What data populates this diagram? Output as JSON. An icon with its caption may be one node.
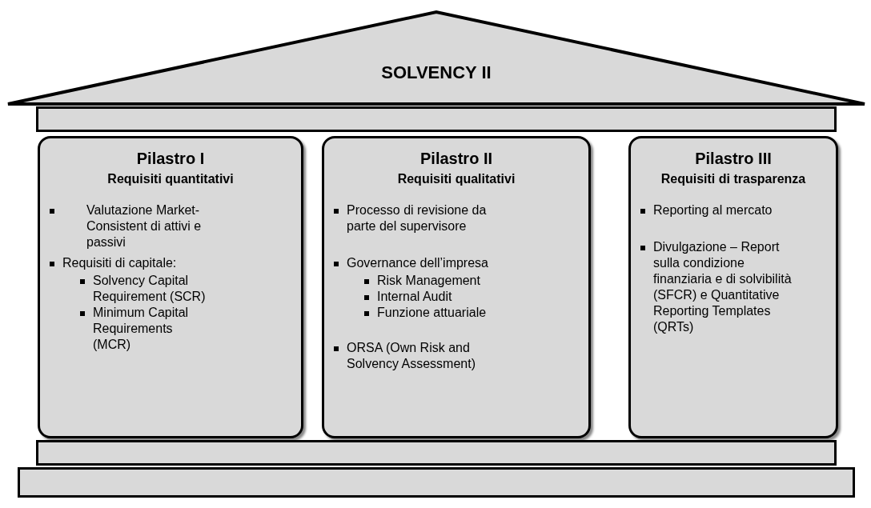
{
  "diagram": {
    "nodes": [
      {
        "text": [
          "SOLVENCY II"
        ]
      },
      {
        "text": [],
        "shape": "bar"
      },
      {
        "text": [
          "Pilastro I",
          "Requisiti quantitativi",
          "Valutazione Market-Consistent di attivi e passivi",
          "Requisiti di capitale:",
          "Solvency Capital Requirement (SCR)",
          "Minimum Capital Requirements (MCR)"
        ]
      },
      {
        "text": [
          "Pilastro II",
          "Requisiti qualitativi",
          "Processo di revisione da parte del supervisore",
          "Governance dell’impresa",
          "Risk Management",
          "Internal Audit",
          "Funzione attuariale",
          "ORSA (Own Risk and Solvency Assessment)"
        ]
      },
      {
        "text": [
          "Pilastro III",
          "Requisiti di trasparenza",
          "Reporting al mercato",
          "Divulgazione – Report sulla condizione finanziaria e di solvibilità (SFCR) e Quantitative Reporting Templates (QRTs)"
        ]
      },
      {
        "text": [],
        "shape": "bar"
      },
      {
        "text": [],
        "shape": "bar"
      }
    ]
  }
}
